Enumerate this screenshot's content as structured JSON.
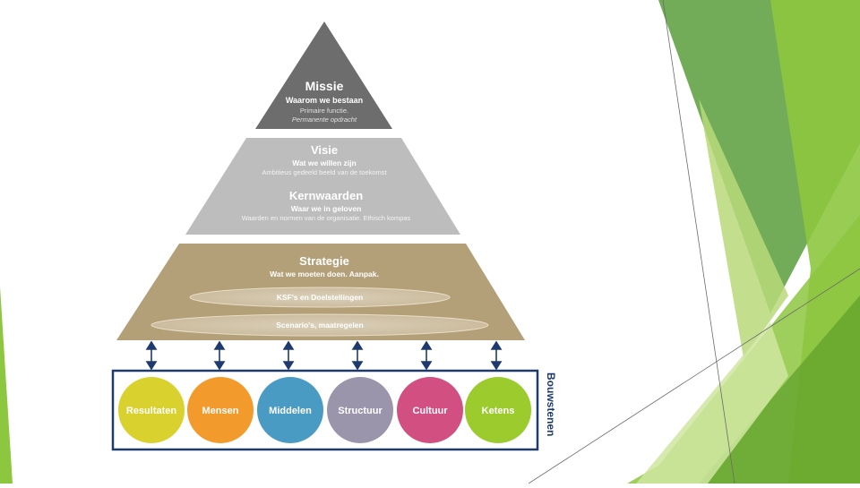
{
  "pyramid": {
    "top": {
      "title": "Missie",
      "subtitle": "Waarom we  bestaan",
      "line1": "Primaire functie.",
      "line2": "Permanente opdracht"
    },
    "middle": {
      "vision_title": "Visie",
      "vision_subtitle": "Wat we willen zijn",
      "vision_desc": "Ambitieus gedeeld beeld van de toekomst",
      "values_title": "Kernwaarden",
      "values_subtitle": "Waar we in geloven",
      "values_desc": "Waarden en normen van de organisatie. Ethisch kompas"
    },
    "base": {
      "title": "Strategie",
      "subtitle": "Wat we moeten doen. Aanpak.",
      "ellipse1": "KSF's en Doelstellingen",
      "ellipse2": "Scenario's, maatregelen"
    }
  },
  "building_blocks": {
    "label": "Bouwstenen",
    "items": [
      {
        "label": "Resultaten",
        "color": "#d9d12e"
      },
      {
        "label": "Mensen",
        "color": "#f39a2c"
      },
      {
        "label": "Middelen",
        "color": "#4a9bc4"
      },
      {
        "label": "Structuur",
        "color": "#9b95ac"
      },
      {
        "label": "Cultuur",
        "color": "#d24f82"
      },
      {
        "label": "Ketens",
        "color": "#9ccb2e"
      }
    ]
  },
  "colors": {
    "top_tier": "#6d6d6d",
    "middle_tier": "#bdbdbd",
    "base_tier": "#b4a078",
    "frame": "#1e3a6e",
    "accent_green": "#8dc63f"
  }
}
